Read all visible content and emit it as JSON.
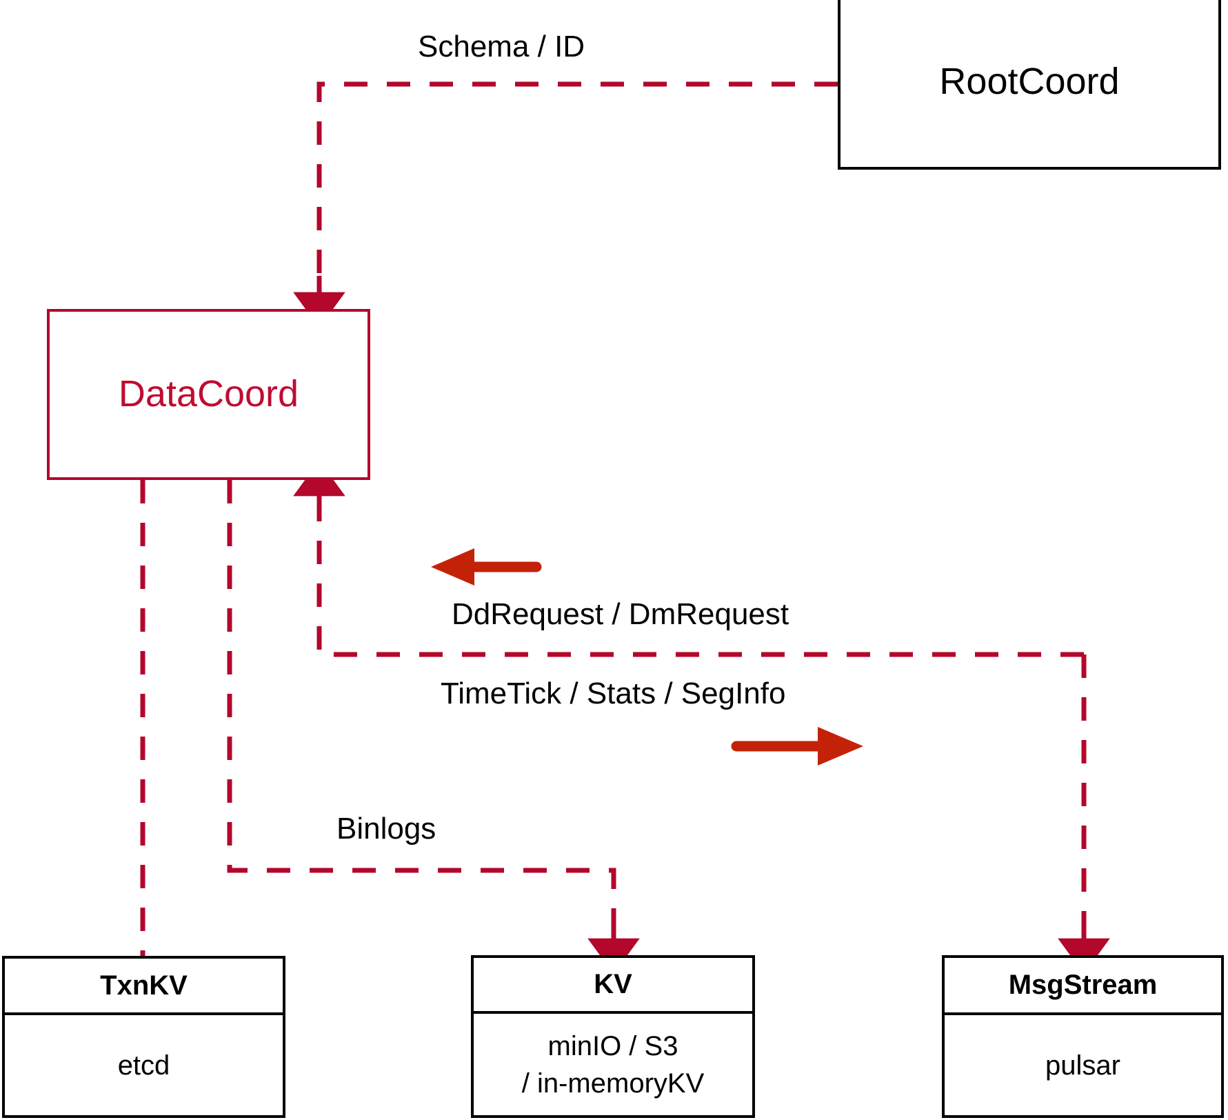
{
  "diagram": {
    "title": "DataCoord component interaction diagram",
    "colors": {
      "accent_red": "#b3072c",
      "arrow_red": "#c42208",
      "node_black": "#000000",
      "background": "#ffffff"
    }
  },
  "nodes": {
    "root_coord": {
      "label": "RootCoord",
      "style": "plain"
    },
    "data_coord": {
      "label": "DataCoord",
      "style": "accent"
    },
    "txn_kv": {
      "title": "TxnKV",
      "lines": [
        "etcd"
      ]
    },
    "kv": {
      "title": "KV",
      "lines": [
        "minIO / S3",
        "/ in-memoryKV"
      ]
    },
    "msg_stream": {
      "title": "MsgStream",
      "lines": [
        "pulsar"
      ]
    }
  },
  "edge_labels": {
    "schema_id": "Schema / ID",
    "dd_dm_request": "DdRequest / DmRequest",
    "timetick_stats_seginfo": "TimeTick / Stats / SegInfo",
    "binlogs": "Binlogs"
  },
  "edges": [
    {
      "name": "rootcoord-to-datacoord",
      "from": "root_coord",
      "to": "data_coord",
      "label": "Schema / ID",
      "style": "dashed",
      "direction": "to-datacoord"
    },
    {
      "name": "msgstream-to-datacoord",
      "from": "msg_stream",
      "to": "data_coord",
      "label": "DdRequest / DmRequest",
      "style": "dashed",
      "direction": "to-datacoord"
    },
    {
      "name": "datacoord-to-msgstream",
      "from": "data_coord",
      "to": "msg_stream",
      "label": "TimeTick / Stats / SegInfo",
      "style": "dashed",
      "direction": "to-msgstream"
    },
    {
      "name": "datacoord-to-kv",
      "from": "data_coord",
      "to": "kv",
      "label": "Binlogs",
      "style": "dashed",
      "direction": "to-kv"
    },
    {
      "name": "datacoord-to-txnkv",
      "from": "data_coord",
      "to": "txn_kv",
      "label": "",
      "style": "dashed",
      "direction": "to-txnkv"
    }
  ],
  "direction_markers": {
    "inbound_arrow": "left-arrow-icon",
    "outbound_arrow": "right-arrow-icon"
  }
}
